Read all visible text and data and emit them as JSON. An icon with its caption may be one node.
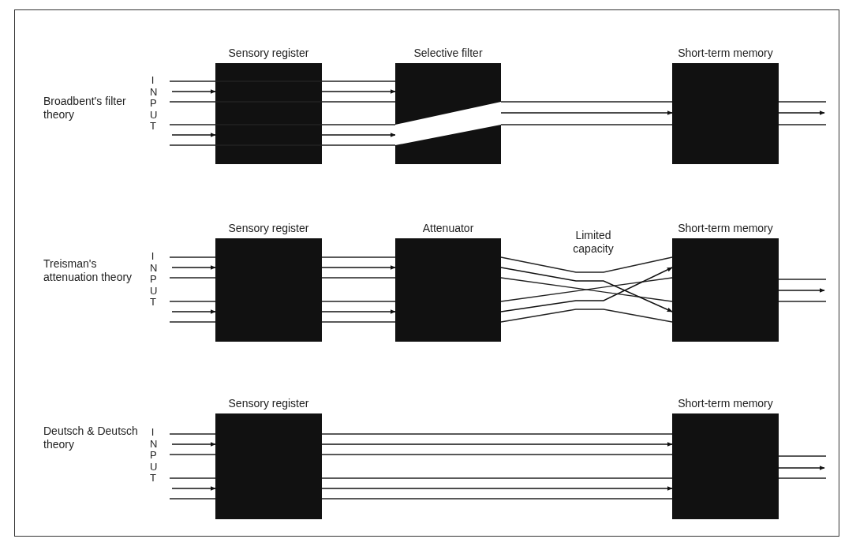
{
  "diagram": {
    "nodes": [
      {
        "text": [
          "Sensory register"
        ]
      },
      {
        "text": [
          "Selective filter"
        ]
      },
      {
        "text": [
          "Short-term memory"
        ]
      },
      {
        "text": [
          "Sensory register"
        ]
      },
      {
        "text": [
          "Attenuator"
        ]
      },
      {
        "text": [
          "Short-term memory"
        ]
      },
      {
        "text": [
          "Sensory register"
        ]
      },
      {
        "text": [
          "Short-term memory"
        ]
      }
    ],
    "edges": [
      {
        "from": null,
        "to": 0,
        "arrow": "to"
      },
      {
        "from": null,
        "to": 0,
        "arrow": "to"
      },
      {
        "from": 0,
        "to": 1,
        "arrow": "to"
      },
      {
        "from": 0,
        "to": 1,
        "arrow": "to"
      },
      {
        "from": 1,
        "to": 2,
        "arrow": "to"
      },
      {
        "from": 2,
        "to": null,
        "arrow": "to"
      },
      {
        "from": null,
        "to": 3,
        "arrow": "to"
      },
      {
        "from": null,
        "to": 3,
        "arrow": "to"
      },
      {
        "from": 3,
        "to": 4,
        "arrow": "to"
      },
      {
        "from": 3,
        "to": 4,
        "arrow": "to"
      },
      {
        "from": 4,
        "to": 5,
        "arrow": "to"
      },
      {
        "from": 4,
        "to": 5,
        "arrow": "to"
      },
      {
        "from": 5,
        "to": null,
        "arrow": "to"
      },
      {
        "from": null,
        "to": 6,
        "arrow": "to"
      },
      {
        "from": null,
        "to": 6,
        "arrow": "to"
      },
      {
        "from": 6,
        "to": 7,
        "arrow": "to"
      },
      {
        "from": 6,
        "to": 7,
        "arrow": "to"
      },
      {
        "from": 7,
        "to": null,
        "arrow": "to"
      }
    ],
    "labels": [
      "Broadbent's filter theory",
      "INPUT",
      "Treisman's attenuation theory",
      "INPUT",
      "Limited capacity",
      "Deutsch & Deutsch theory",
      "INPUT"
    ]
  }
}
